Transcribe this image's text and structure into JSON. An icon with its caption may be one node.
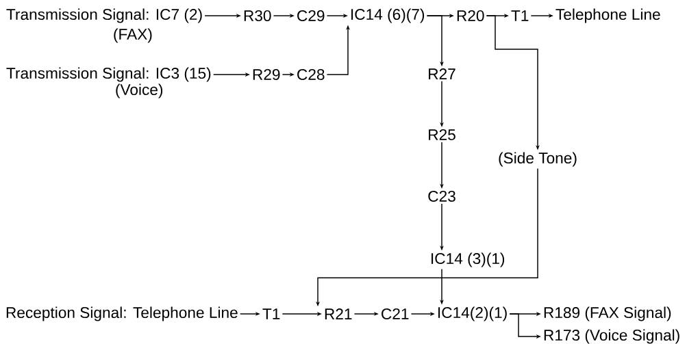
{
  "diagram": {
    "nodes": [
      {
        "text": [
          "Transmission Signal: IC7 (2)"
        ],
        "beside": [
          "(FAX)"
        ]
      },
      {
        "text": [
          "R30"
        ]
      },
      {
        "text": [
          "C29"
        ]
      },
      {
        "text": [
          "IC14 (6)(7)"
        ]
      },
      {
        "text": [
          "R20"
        ]
      },
      {
        "text": [
          "T1"
        ]
      },
      {
        "text": [
          "Telephone Line"
        ]
      },
      {
        "text": [
          "Transmission Signal: IC3 (15)"
        ],
        "beside": [
          "(Voice)"
        ]
      },
      {
        "text": [
          "R29"
        ]
      },
      {
        "text": [
          "C28"
        ]
      },
      {
        "text": [
          "R27"
        ]
      },
      {
        "text": [
          "R25"
        ]
      },
      {
        "text": [
          "(Side Tone)"
        ]
      },
      {
        "text": [
          "C23"
        ]
      },
      {
        "text": [
          "IC14 (3)(1)"
        ]
      },
      {
        "text": [
          "Reception Signal: Telephone Line"
        ]
      },
      {
        "text": [
          "T1"
        ]
      },
      {
        "text": [
          "R21"
        ]
      },
      {
        "text": [
          "C21"
        ]
      },
      {
        "text": [
          "IC14(2)(1)"
        ]
      },
      {
        "text": [
          "R189 (FAX Signal)"
        ]
      },
      {
        "text": [
          "R173 (Voice Signal)"
        ]
      }
    ],
    "edges": [
      {
        "from": 0,
        "to": 1,
        "arrow": "to"
      },
      {
        "from": 1,
        "to": 2,
        "arrow": "to"
      },
      {
        "from": 2,
        "to": 3,
        "arrow": "to"
      },
      {
        "from": 3,
        "to": 4,
        "arrow": "to"
      },
      {
        "from": 3,
        "to": 10,
        "arrow": "to"
      },
      {
        "from": 4,
        "to": 5,
        "arrow": "to"
      },
      {
        "from": 4,
        "to": 12,
        "arrow": "to"
      },
      {
        "from": 5,
        "to": 6,
        "arrow": "to"
      },
      {
        "from": 7,
        "to": 8,
        "arrow": "to"
      },
      {
        "from": 8,
        "to": 9,
        "arrow": "to"
      },
      {
        "from": 9,
        "to": 3,
        "arrow": "to"
      },
      {
        "from": 10,
        "to": 11,
        "arrow": "to"
      },
      {
        "from": 11,
        "to": 13,
        "arrow": "to"
      },
      {
        "from": 13,
        "to": 14,
        "arrow": "to"
      },
      {
        "from": 14,
        "to": 19,
        "arrow": "to"
      },
      {
        "from": 12,
        "to": 17,
        "arrow": "to"
      },
      {
        "from": 15,
        "to": 16,
        "arrow": "to"
      },
      {
        "from": 16,
        "to": 17,
        "arrow": "to"
      },
      {
        "from": 17,
        "to": 18,
        "arrow": "to"
      },
      {
        "from": 18,
        "to": 19,
        "arrow": "to"
      },
      {
        "from": 19,
        "to": 20,
        "arrow": "to"
      },
      {
        "from": 19,
        "to": 21,
        "arrow": "to"
      }
    ]
  }
}
